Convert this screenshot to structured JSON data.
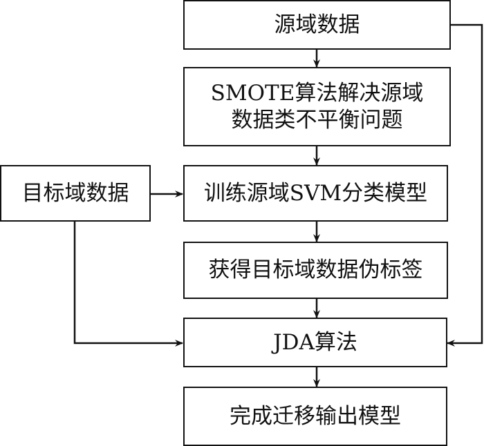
{
  "diagram": {
    "type": "flowchart",
    "nodes": [
      {
        "id": "source",
        "label": "源域数据"
      },
      {
        "id": "smote",
        "label_lines": [
          "SMOTE算法解决源域",
          "数据类不平衡问题"
        ]
      },
      {
        "id": "target",
        "label": "目标域数据"
      },
      {
        "id": "svm",
        "label": "训练源域SVM分类模型"
      },
      {
        "id": "pseudo",
        "label": "获得目标域数据伪标签"
      },
      {
        "id": "jda",
        "label": "JDA算法"
      },
      {
        "id": "output",
        "label": "完成迁移输出模型"
      }
    ],
    "edges": [
      {
        "from": "source",
        "to": "smote"
      },
      {
        "from": "smote",
        "to": "svm"
      },
      {
        "from": "target",
        "to": "svm"
      },
      {
        "from": "svm",
        "to": "pseudo"
      },
      {
        "from": "pseudo",
        "to": "jda"
      },
      {
        "from": "target",
        "to": "jda"
      },
      {
        "from": "source",
        "to": "jda"
      },
      {
        "from": "jda",
        "to": "output"
      }
    ]
  }
}
